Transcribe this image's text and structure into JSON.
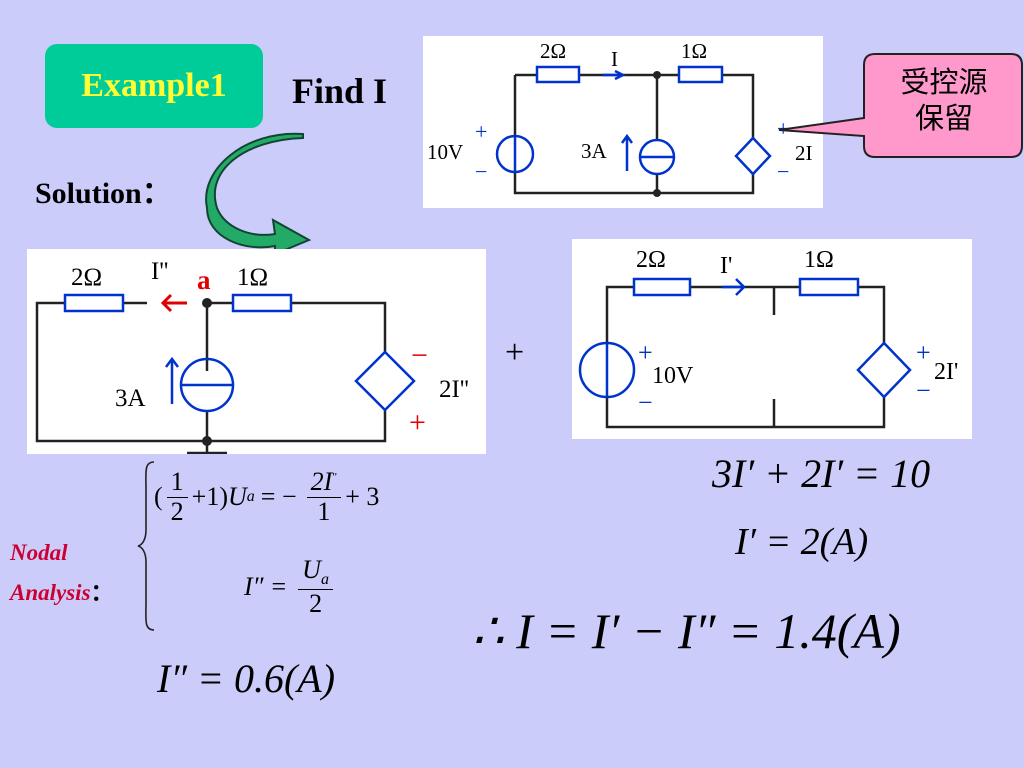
{
  "example_label": "Example1",
  "find_text": "Find I",
  "solution_label": "Solution：",
  "callout_text": [
    "受控源",
    "保留"
  ],
  "plus_sign": "+",
  "nodal": {
    "line1": "Nodal",
    "line2": "Analysis",
    "colon": "："
  },
  "node_a": "a",
  "top_circuit": {
    "r1": "2Ω",
    "r2": "1Ω",
    "current": "I",
    "vsrc": "10V",
    "isrc": "3A",
    "dep": "2I"
  },
  "left_circuit": {
    "r1": "2Ω",
    "r2": "1Ω",
    "current": "I''",
    "isrc": "3A",
    "dep": "2I''"
  },
  "right_circuit": {
    "r1": "2Ω",
    "r2": "1Ω",
    "current": "I'",
    "vsrc": "10V",
    "dep": "2I'"
  },
  "eq_nodal1": {
    "lp": "(",
    "f_num": "1",
    "f_den": "2",
    "mid": "+1)",
    "ua": "U",
    "ua_sub": "a",
    "eq": "= −",
    "r_num": "2I",
    "r_num_sup": "\"",
    "r_den": "1",
    "tail": "+ 3"
  },
  "eq_nodal2": {
    "lhs": "I″",
    "eq": "=",
    "num": "U",
    "num_sub": "a",
    "den": "2"
  },
  "eq_result_left": "I″ = 0.6(A)",
  "eq_right1": "3I′ + 2I′ = 10",
  "eq_right2": "I′ = 2(A)",
  "eq_final": "∴ I = I′ − I″ = 1.4(A)",
  "colors": {
    "background": "#ccccfa",
    "example_box": "#00cc99",
    "example_text": "#ffff33",
    "callout_fill": "#ff99cc",
    "wire": "#222222",
    "component": "#0033cc",
    "red": "#e00000",
    "nodal_text": "#cc0033"
  }
}
